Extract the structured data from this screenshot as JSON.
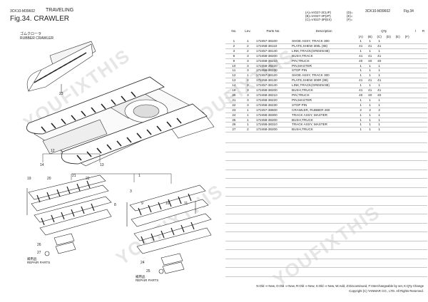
{
  "header": {
    "model_left": "3CK10-M39602",
    "section": "TRAVELING",
    "fig_title": "Fig.34.  CRAWLER",
    "model_right": "3CK10-M39602",
    "fig_no": "Fig.34"
  },
  "models": {
    "a": "(A)=VIO27-3CLIP)",
    "b": "(B)=VIO27-3P(JP)",
    "c": "(C)=VIO27-3P(EX)",
    "d": "(D)=",
    "e": "(E)=",
    "f": "(F)="
  },
  "inset": {
    "jp": "ゴムクローラ",
    "en": "RUBBER CRAWLER",
    "callout": "23"
  },
  "table": {
    "headers": {
      "no": "No.",
      "lev": "Lev.",
      "parts_no": "Parts No.",
      "desc": "Description",
      "qty": "Q'ty",
      "i": "I",
      "r": "R"
    },
    "qty_cols": [
      "(A)",
      "(B)",
      "(C)",
      "(D)",
      "(E)",
      "(F)"
    ],
    "rows": [
      {
        "no": "1",
        "lev": "1",
        "pn": "172457-38100",
        "desc": "SHOE ASSY, TRACK 300",
        "a": "1",
        "b": "1",
        "c": "1"
      },
      {
        "no": "2",
        "lev": "2",
        "pn": "172458-38110",
        "desc": "PLATE,SHEW 300L (88)",
        "a": "41",
        "b": "41",
        "c": "41"
      },
      {
        "no": "3",
        "lev": "2",
        "pn": "172457-38140",
        "desc": "LINK,TRACK(GREEN:88)",
        "a": "1",
        "b": "1",
        "c": "1"
      },
      {
        "no": "8",
        "lev": "3",
        "pn": "172458-38200",
        "desc": "BUSH,TRACK",
        "a": "41",
        "b": "41",
        "c": "41"
      },
      {
        "no": "9",
        "lev": "3",
        "pn": "172458-38210",
        "desc": "PIN,TRUCK",
        "a": "40",
        "b": "40",
        "c": "40"
      },
      {
        "no": "10",
        "lev": "3",
        "pn": "172458-38220",
        "desc": "PIN,MASTER",
        "a": "1",
        "b": "1",
        "c": "1"
      },
      {
        "no": "11",
        "lev": "3",
        "pn": "172458-38230",
        "desc": "STOP PIN",
        "a": "1",
        "b": "1",
        "c": "1"
      },
      {
        "no": "12",
        "lev": "1",
        "pn": "172457-38120",
        "desc": "SHOE ASSY, TRACK 300",
        "a": "1",
        "b": "1",
        "c": "1"
      },
      {
        "no": "13",
        "lev": "2",
        "pn": "172458-38130",
        "desc": "PLATE,SHEW 300R (88)",
        "a": "41",
        "b": "41",
        "c": "41"
      },
      {
        "no": "14",
        "lev": "2",
        "pn": "172457-38140",
        "desc": "LINK,TRACK(GREEN:88)",
        "a": "1",
        "b": "1",
        "c": "1"
      },
      {
        "no": "19",
        "lev": "3",
        "pn": "172458-38200",
        "desc": "BUSH,TRUCK",
        "a": "41",
        "b": "41",
        "c": "41"
      },
      {
        "no": "20",
        "lev": "3",
        "pn": "172458-38210",
        "desc": "PIN,TRUCK",
        "a": "40",
        "b": "40",
        "c": "40"
      },
      {
        "no": "21",
        "lev": "3",
        "pn": "172458-38220",
        "desc": "PIN,MASTER",
        "a": "1",
        "b": "1",
        "c": "1"
      },
      {
        "no": "22",
        "lev": "3",
        "pn": "172458-38230",
        "desc": "STOP PIN",
        "a": "1",
        "b": "1",
        "c": "1"
      },
      {
        "no": "23",
        "lev": "1",
        "pn": "172457-38600",
        "desc": "CRAWLER, RUBBER 260",
        "a": "2",
        "b": "2",
        "c": "2"
      },
      {
        "no": "24",
        "lev": "1",
        "pn": "172458-38300",
        "desc": "TRACK ASSY, MASTER",
        "a": "1",
        "b": "1",
        "c": "1"
      },
      {
        "no": "25",
        "lev": "1",
        "pn": "172458-38200",
        "desc": "BUSH,TRUCK",
        "a": "1",
        "b": "1",
        "c": "1"
      },
      {
        "no": "26",
        "lev": "1",
        "pn": "172458-38310",
        "desc": "TRACK ASSY, MASTER",
        "a": "1",
        "b": "1",
        "c": "1"
      },
      {
        "no": "27",
        "lev": "2",
        "pn": "172458-38200",
        "desc": "BUSH,TRUCK",
        "a": "1",
        "b": "1",
        "c": "1"
      }
    ]
  },
  "callouts": [
    "12",
    "13",
    "14",
    "19",
    "20",
    "21",
    "22",
    "1",
    "3",
    "8",
    "9",
    "10",
    "11",
    "26",
    "27",
    "24",
    "25"
  ],
  "repair_left": {
    "jp": "補用品",
    "en": "REPAIR PARTS"
  },
  "repair_right": {
    "jp": "補用品",
    "en": "REPAIR PARTS"
  },
  "footer": {
    "legend": "N:Old ⇒ New, O:Old ⇒ New, R:Old ⇒ New, S:Old ⇒ New, W:Add, Z:Discontinued, F:Interchangeable by set, K:Q'ty Change",
    "copyright": "Copyright (C)  YANMAR CO., LTD. All Rights Reserved."
  },
  "watermark": "YOUFIXTHIS"
}
